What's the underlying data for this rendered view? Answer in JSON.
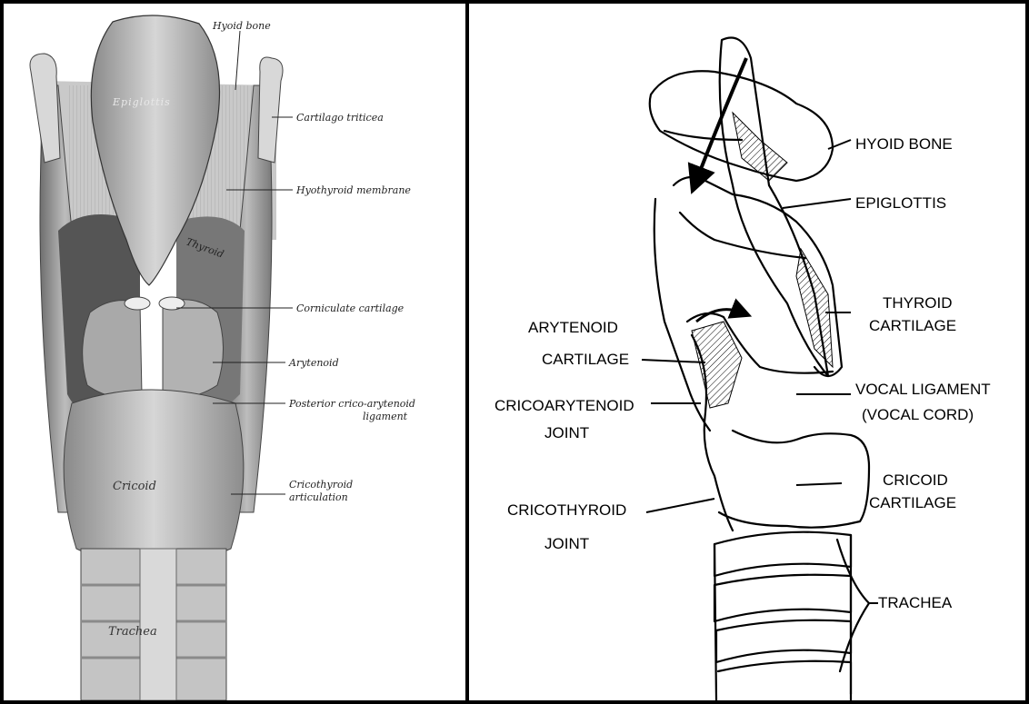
{
  "left_diagram": {
    "labels": {
      "hyoid_bone": "Hyoid bone",
      "cartilago_triticea": "Cartilago triticea",
      "hyothyroid_membrane": "Hyothyroid membrane",
      "corniculate_cartilage": "Corniculate cartilage",
      "arytenoid": "Arytenoid",
      "posterior_crico_arytenoid_1": "Posterior crico-arytenoid",
      "posterior_crico_arytenoid_2": "ligament",
      "cricothyroid_articulation_1": "Cricothyroid",
      "cricothyroid_articulation_2": "articulation",
      "epiglottis_inner": "Epiglottis",
      "thyroid_inner": "Thyroid",
      "cricoid_inner": "Cricoid",
      "trachea_inner": "Trachea"
    }
  },
  "right_diagram": {
    "labels": {
      "hyoid_bone": "HYOID BONE",
      "epiglottis": "EPIGLOTTIS",
      "thyroid_1": "THYROID",
      "thyroid_2": "CARTILAGE",
      "arytenoid_1": "ARYTENOID",
      "arytenoid_2": "CARTILAGE",
      "vocal_ligament_1": "VOCAL LIGAMENT",
      "vocal_ligament_2": "(VOCAL CORD)",
      "cricoarytenoid_1": "CRICOARYTENOID",
      "cricoarytenoid_2": "JOINT",
      "cricoid_1": "CRICOID",
      "cricoid_2": "CARTILAGE",
      "cricothyroid_1": "CRICOTHYROID",
      "cricothyroid_2": "JOINT",
      "trachea": "TRACHEA"
    }
  }
}
